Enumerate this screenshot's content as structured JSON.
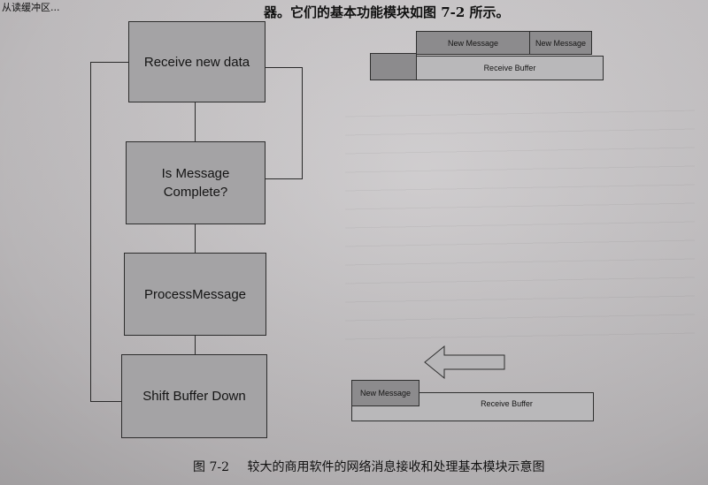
{
  "header": {
    "left_snippet": "从读缓冲区...",
    "right_snippet": "器。它们的基本功能模块如图 7-2 所示。"
  },
  "flowchart": {
    "receive_new_data": "Receive new data",
    "is_message_complete": "Is Message\nComplete?",
    "process_message": "ProcessMessage",
    "shift_buffer_down": "Shift Buffer Down"
  },
  "buffers_top": {
    "new_message_1": "New Message",
    "new_message_2": "New Message",
    "receive_buffer": "Receive Buffer"
  },
  "buffers_bottom": {
    "new_message": "New Message",
    "receive_buffer": "Receive Buffer"
  },
  "caption": {
    "label": "图 7-2",
    "text": "较大的商用软件的网络消息接收和处理基本模块示意图"
  }
}
